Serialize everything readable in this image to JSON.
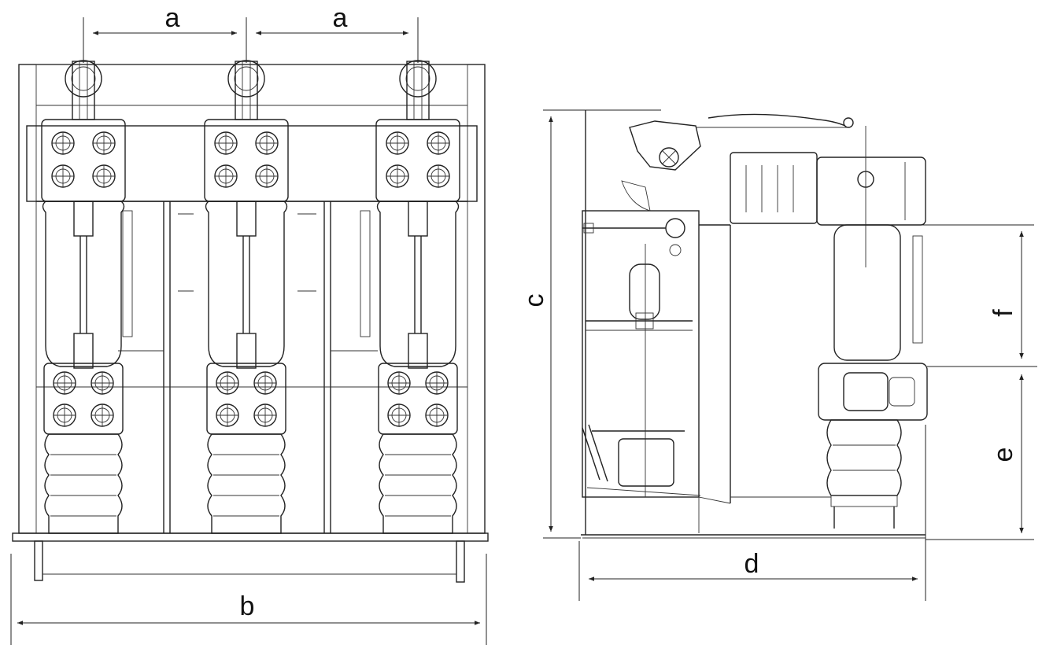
{
  "labels": {
    "a1": "a",
    "a2": "a",
    "b": "b",
    "c": "c",
    "d": "d",
    "e": "e",
    "f": "f"
  },
  "colors": {
    "line": "#222222",
    "background": "#ffffff"
  }
}
